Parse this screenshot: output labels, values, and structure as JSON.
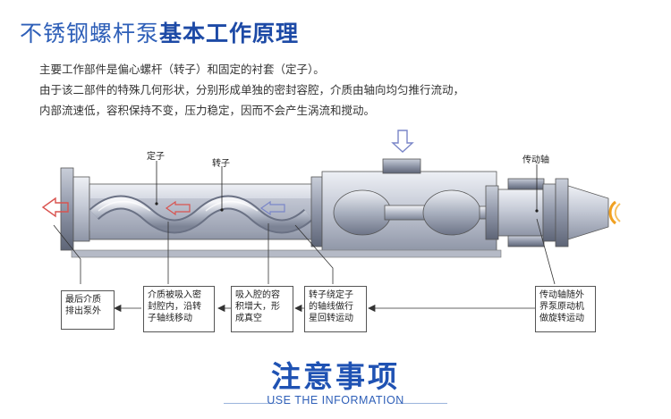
{
  "title": {
    "normal": "不锈钢螺杆泵",
    "bold": "基本工作原理"
  },
  "intro": [
    "主要工作部件是偏心螺杆（转子）和固定的衬套（定子）。",
    "由于该二部件的特殊几何形状，分别形成单独的密封容腔，介质由轴向均匀推行流动，",
    "内部流速低，容积保持不变，压力稳定，因而不会产生涡流和搅动。"
  ],
  "labels": {
    "stator": "定子",
    "rotor": "转子",
    "drive_shaft": "传动轴"
  },
  "boxes": {
    "b1": [
      "最后介质",
      "排出泵外"
    ],
    "b2": [
      "介质被吸入密",
      "封腔内，沿转",
      "子轴线移动"
    ],
    "b3": [
      "吸入腔的容",
      "积增大，形",
      "成真空"
    ],
    "b4": [
      "转子绕定子",
      "的轴线做行",
      "星回转运动"
    ],
    "b5": [
      "传动轴随外",
      "界泵原动机",
      "做旋转运动"
    ]
  },
  "colors": {
    "title": "#2e5fb8",
    "outlet_arrow": "#d9534f",
    "inlet_arrow": "#7a86c8",
    "rotation": "#f0a020"
  },
  "footer": {
    "title": "注意事项",
    "subtitle": "USE THE INFORMATION"
  }
}
